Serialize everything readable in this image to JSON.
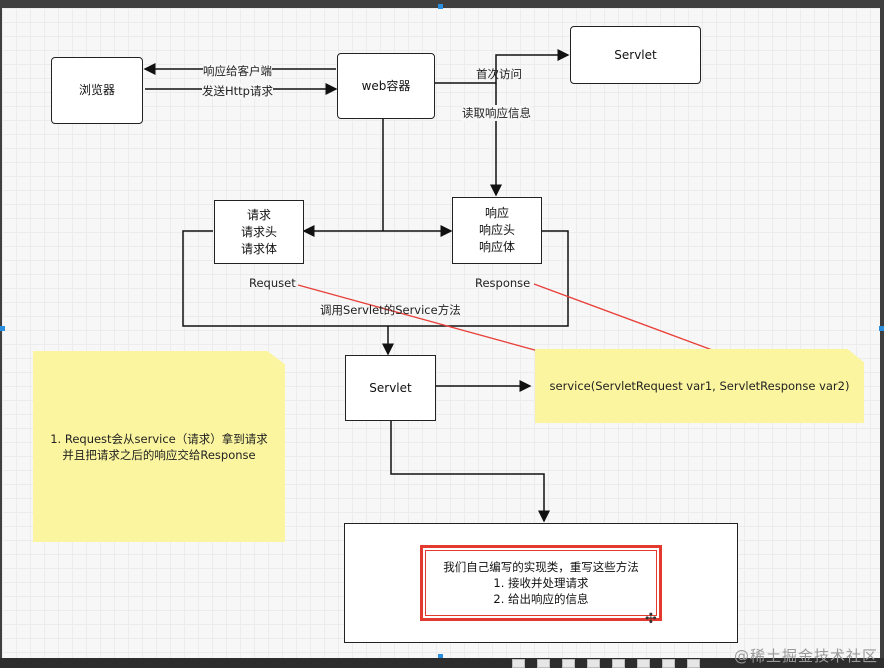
{
  "nodes": {
    "browser": "浏览器",
    "web_container": "web容器",
    "servlet_top": "Servlet",
    "request_box": [
      "请求",
      "请求头",
      "请求体"
    ],
    "response_box": [
      "响应",
      "响应头",
      "响应体"
    ],
    "servlet_mid": "Servlet",
    "impl_lines": [
      "我们自己编写的实现类，重写这些方法",
      "1. 接收并处理请求",
      "2. 给出响应的信息"
    ]
  },
  "edges": {
    "respond_client": "响应给客户端",
    "send_http": "发送Http请求",
    "first_visit": "首次访问",
    "read_response": "读取响应信息",
    "call_service": "调用Servlet的Service方法"
  },
  "labels": {
    "request": "Requset",
    "response": "Response"
  },
  "notes": {
    "left": [
      "1. Request会从service（请求）拿到请求",
      "并且把请求之后的响应交给Response"
    ],
    "right": "service(ServletRequest var1, ServletResponse var2)"
  },
  "watermark": "@稀土掘金技术社区",
  "colors": {
    "arrow_red": "#e8413a",
    "note_yellow": "#fbf5a0",
    "highlight_red": "#e23a2e"
  }
}
